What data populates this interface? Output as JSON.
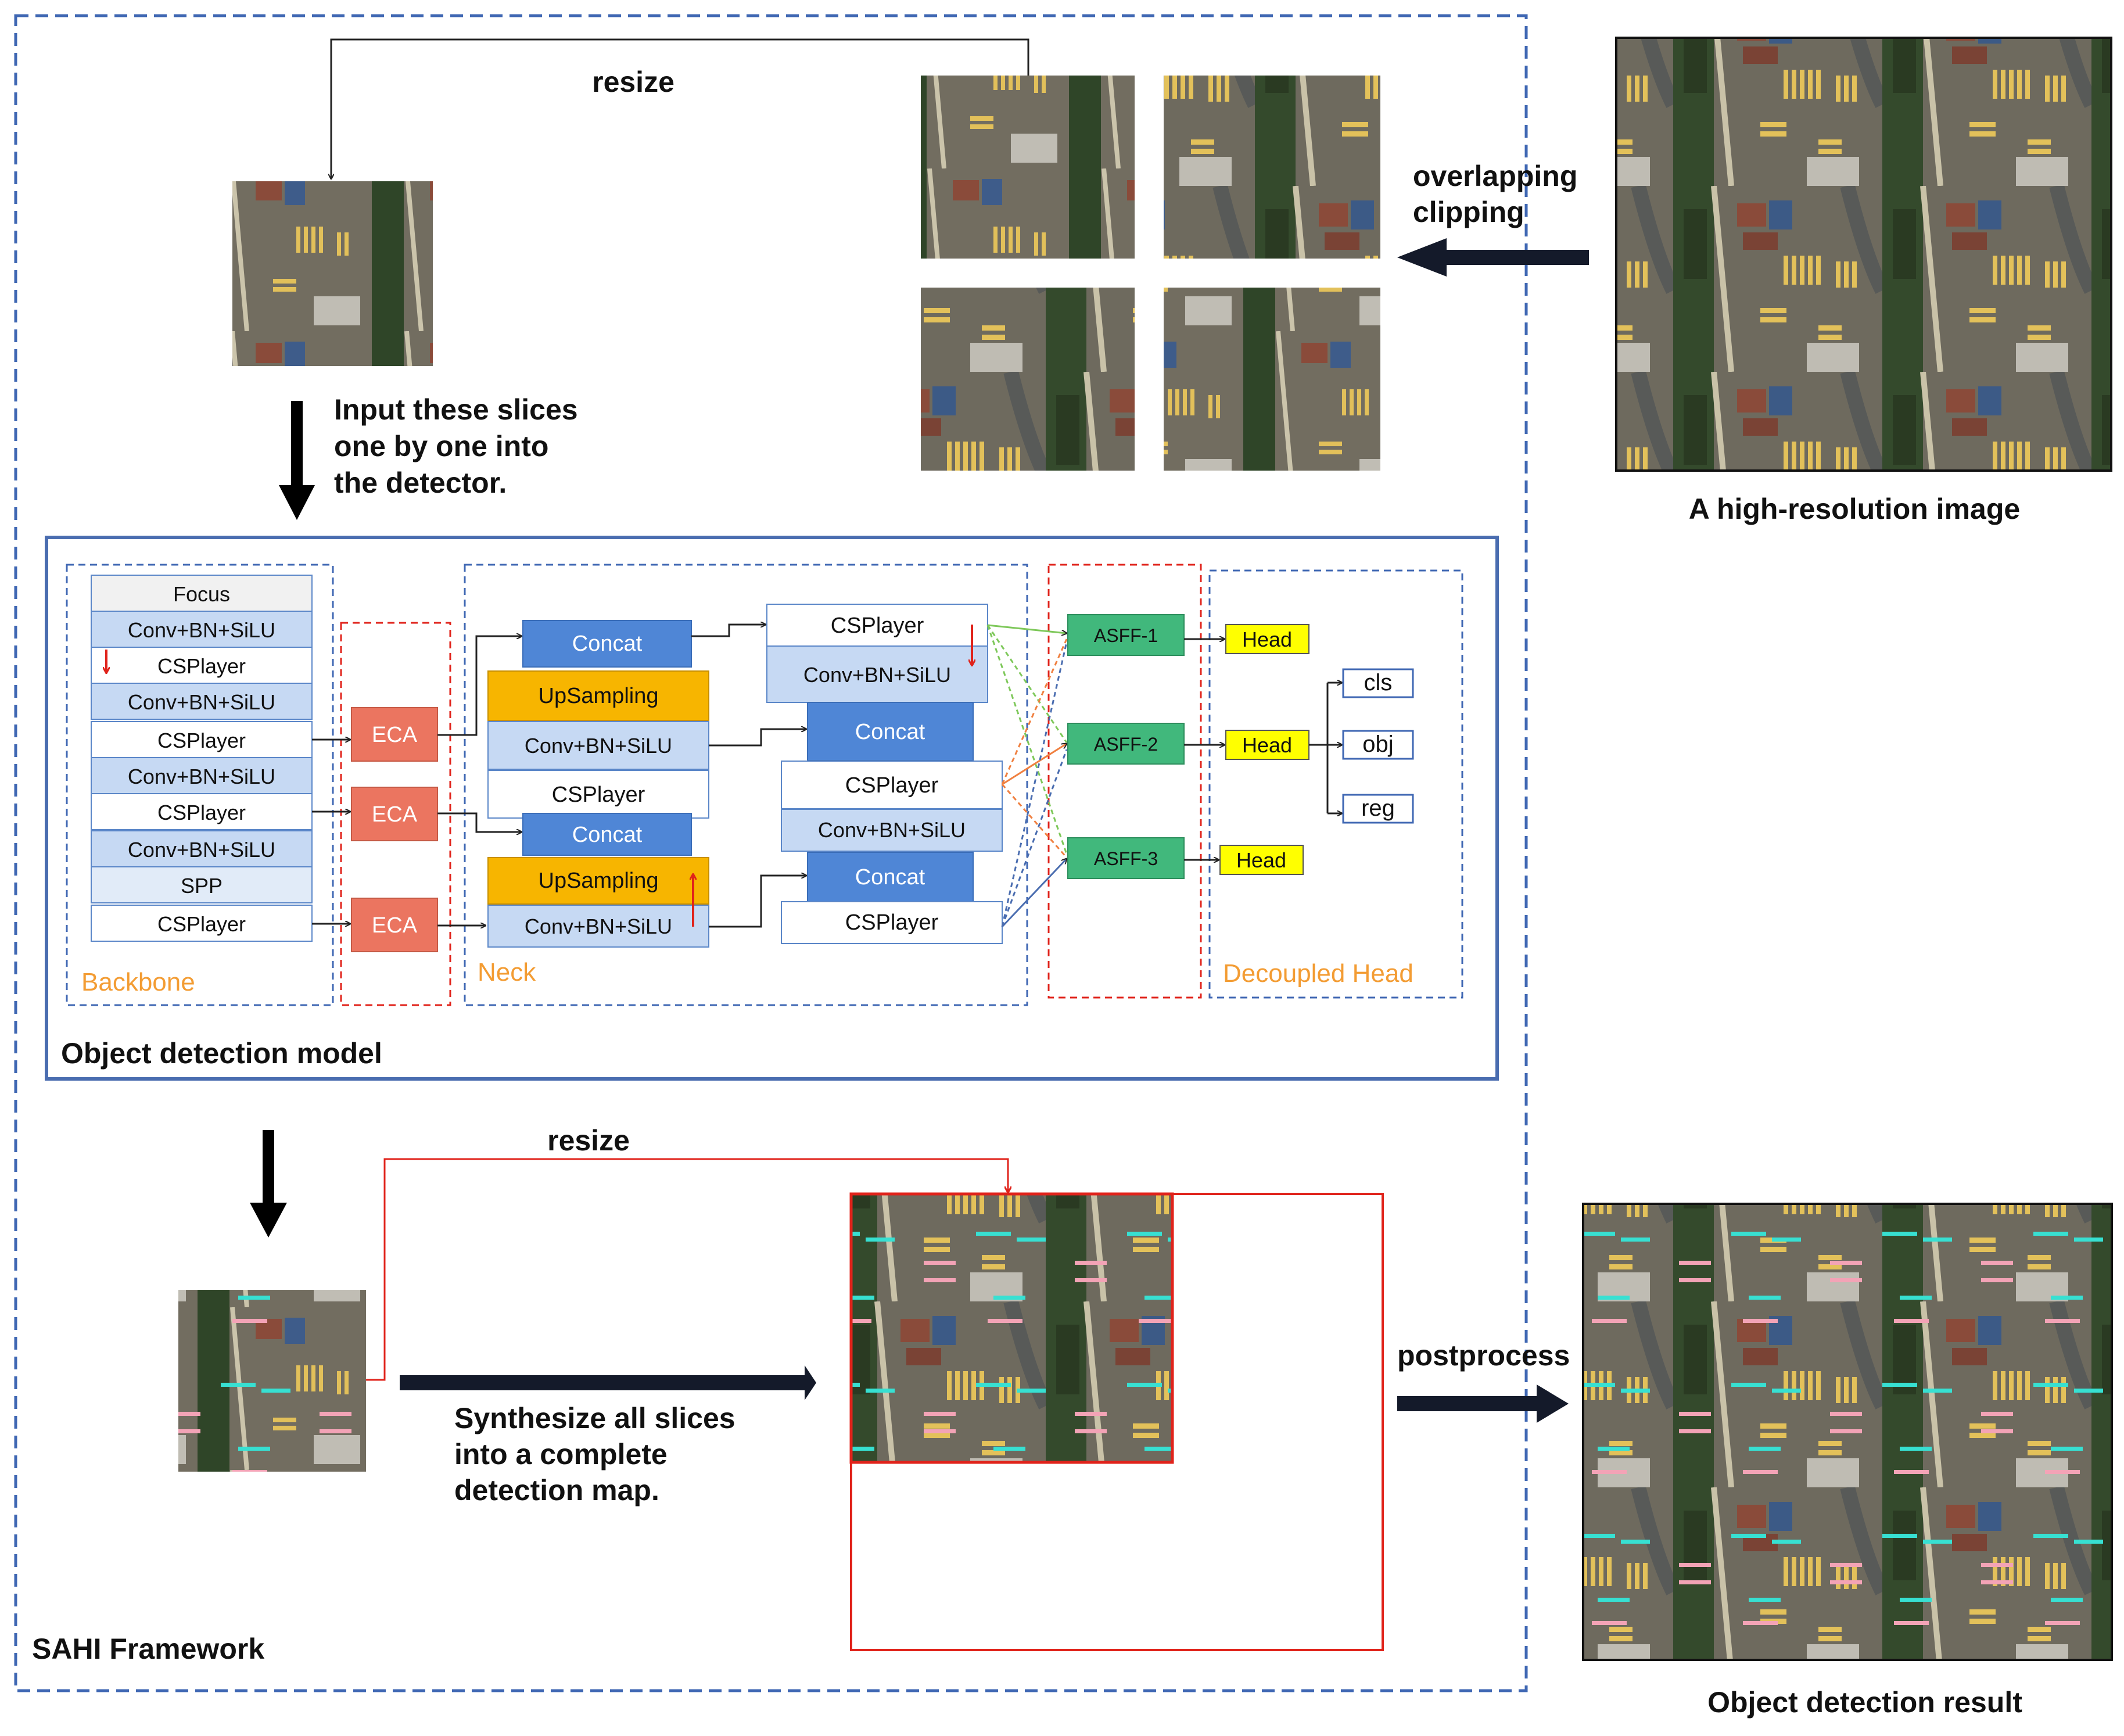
{
  "labels": {
    "resize_top": "resize",
    "overlap_line1": "overlapping",
    "overlap_line2": "clipping",
    "hires_caption": "A high-resolution image",
    "input_line1": "Input these slices",
    "input_line2": "one by one into",
    "input_line3": "the detector.",
    "model_title": "Object detection model",
    "resize_bottom": "resize",
    "synth_line1": "Synthesize all slices",
    "synth_line2": "into a complete",
    "synth_line3": "detection map.",
    "postprocess": "postprocess",
    "result_caption": "Object detection result",
    "sahi_framework": "SAHI Framework"
  },
  "sections": {
    "backbone": "Backbone",
    "neck": "Neck",
    "head": "Decoupled Head"
  },
  "backbone_blocks": [
    "Focus",
    "Conv+BN+SiLU",
    "CSPlayer",
    "Conv+BN+SiLU",
    "CSPlayer",
    "Conv+BN+SiLU",
    "CSPlayer",
    "Conv+BN+SiLU",
    "SPP",
    "CSPlayer"
  ],
  "eca": [
    "ECA",
    "ECA",
    "ECA"
  ],
  "neck_left": [
    "Concat",
    "UpSampling",
    "Conv+BN+SiLU",
    "CSPlayer",
    "Concat",
    "UpSampling",
    "Conv+BN+SiLU"
  ],
  "neck_right": [
    "CSPlayer",
    "Conv+BN+SiLU",
    "Concat",
    "CSPlayer",
    "Conv+BN+SiLU",
    "Concat",
    "CSPlayer"
  ],
  "asff": [
    "ASFF-1",
    "ASFF-2",
    "ASFF-3"
  ],
  "heads": [
    "Head",
    "Head",
    "Head"
  ],
  "outputs": [
    "cls",
    "obj",
    "reg"
  ],
  "colors": {
    "frame_blue": "#3f67b3",
    "model_border": "#4a6db0",
    "section_orange": "#f39c33",
    "conv_fill": "#c6d9f3",
    "concat_fill": "#4f86d6",
    "upsampling_fill": "#f7b500",
    "eca_fill": "#eb7560",
    "asff_fill": "#41b87c",
    "head_fill": "#ffff00",
    "red_line": "#e0231b",
    "arrow_dark": "#141a2a"
  }
}
